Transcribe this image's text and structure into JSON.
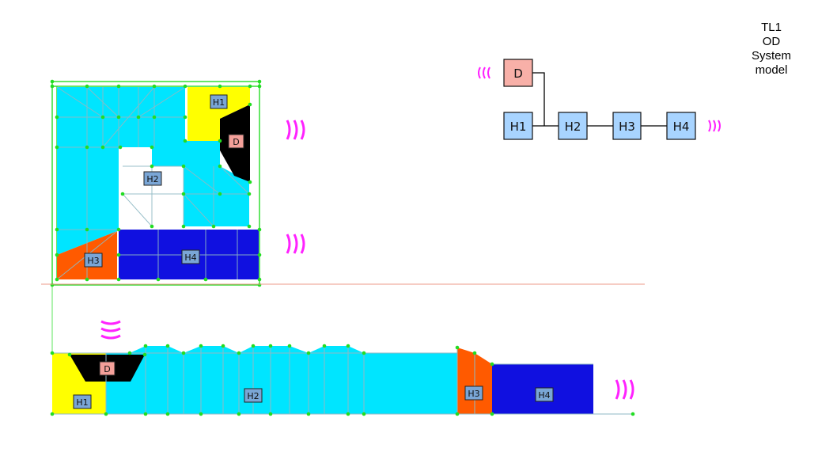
{
  "title": "TL1\nOD\nSystem\nmodel",
  "zones": {
    "d": "D",
    "h1": "H1",
    "h2": "H2",
    "h3": "H3",
    "h4": "H4"
  },
  "colors": {
    "duct_d": "#000000",
    "zone_h1": "#ffff00",
    "zone_h2": "#00e5ff",
    "zone_h3": "#ff5a00",
    "zone_h4": "#1010e0",
    "label_blue": "#7aa6d6",
    "label_pink": "#f4a09a",
    "node_blue": "#a8d4ff",
    "node_pink": "#f8b0a8",
    "mesh_node": "#22dd22",
    "flow_arrow": "#ff22ff",
    "section_line": "#ee9988"
  },
  "icons": {
    "airflow": "airflow-arrows-icon"
  }
}
